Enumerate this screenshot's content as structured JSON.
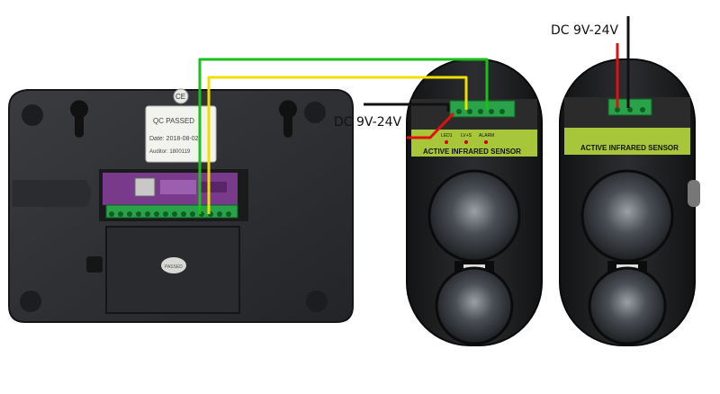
{
  "panel": {
    "sticker_line1": "QC PASSED",
    "sticker_line2": "Date: 2018-08-02",
    "sticker_line3": "Auditor: 1800119",
    "ce_mark": "CE",
    "passed_stamp": "PASSED"
  },
  "sensor_left": {
    "label": "ACTIVE INFRARED SENSOR",
    "led_labels": [
      "LED1",
      "LV+S",
      "ALARM"
    ],
    "power_label": "DC 9V-24V"
  },
  "sensor_right": {
    "label": "ACTIVE INFRARED SENSOR",
    "power_label": "DC 9V-24V"
  },
  "colors": {
    "wire_green": "#19c21a",
    "wire_yellow": "#f0e000",
    "wire_red": "#e01010",
    "wire_black": "#111111",
    "sensor_band": "#a7c63a",
    "terminal": "#2aa24a",
    "pcb": "#7a3a8c"
  }
}
